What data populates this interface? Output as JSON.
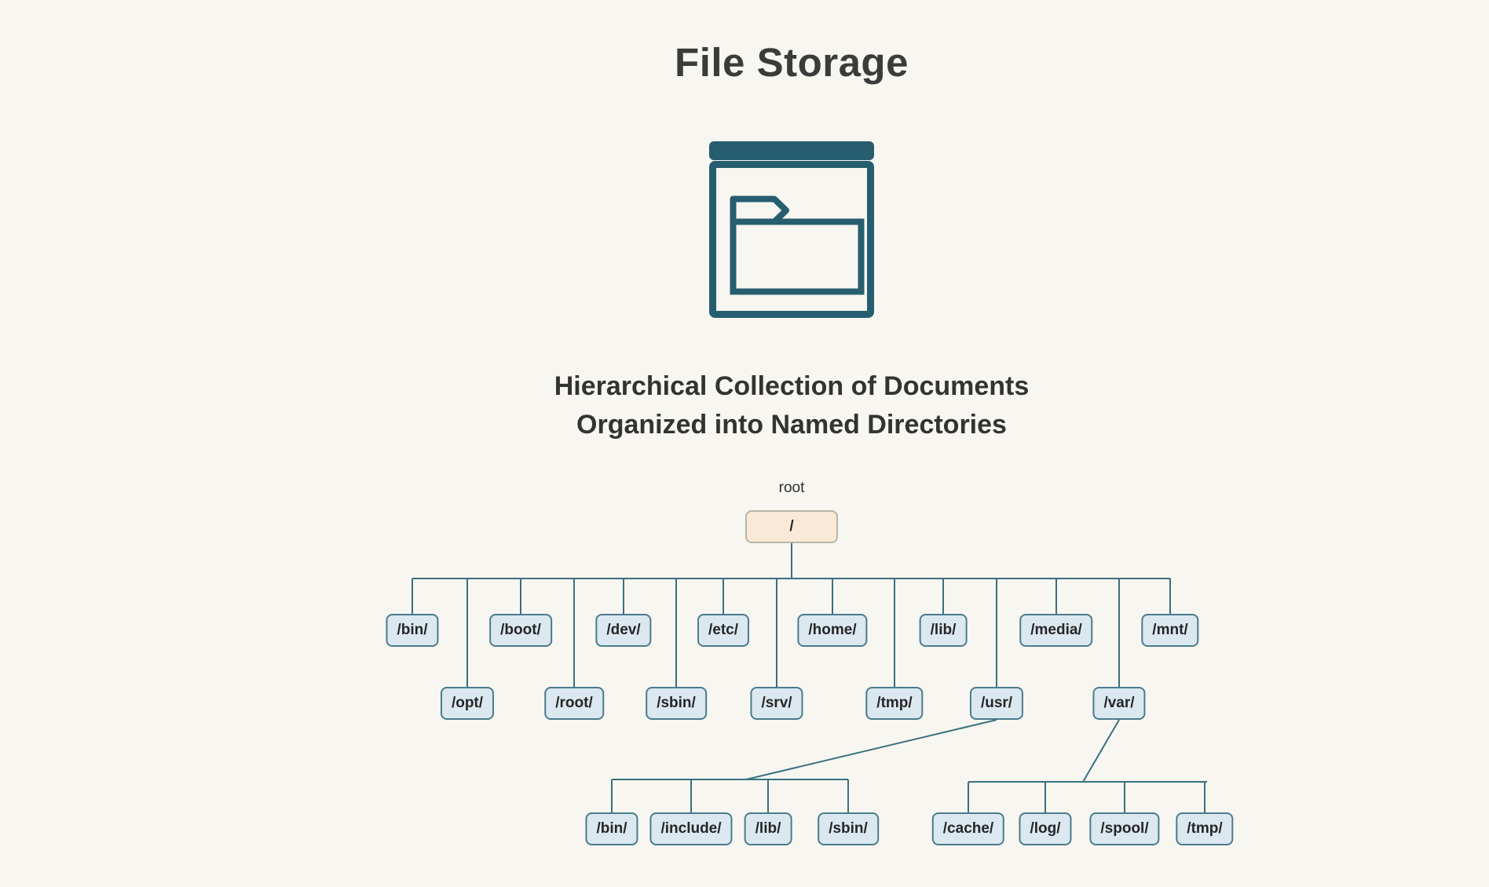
{
  "page": {
    "title": "File Storage",
    "subtitle_line1": "Hierarchical Collection of Documents",
    "subtitle_line2": "Organized into Named Directories"
  },
  "icon": {
    "name": "folder-window-icon"
  },
  "colors": {
    "background": "#f8f6f0",
    "icon_teal": "#265e70",
    "line": "#39707f",
    "node_fill": "#dbe8f0",
    "node_border": "#4a7b8d",
    "root_fill": "#f9e9d6",
    "root_border": "#b9b4a6",
    "text": "#2e2e2e"
  },
  "tree": {
    "root": {
      "caption": "root",
      "label": "/"
    },
    "root_children_row1": [
      "/bin/",
      "/boot/",
      "/dev/",
      "/etc/",
      "/home/",
      "/lib/",
      "/media/",
      "/mnt/"
    ],
    "root_children_row2": [
      "/opt/",
      "/root/",
      "/sbin/",
      "/srv/",
      "/tmp/",
      "/usr/",
      "/var/"
    ],
    "usr_children": [
      "/bin/",
      "/include/",
      "/lib/",
      "/sbin/"
    ],
    "var_children": [
      "/cache/",
      "/log/",
      "/spool/",
      "/tmp/"
    ]
  }
}
